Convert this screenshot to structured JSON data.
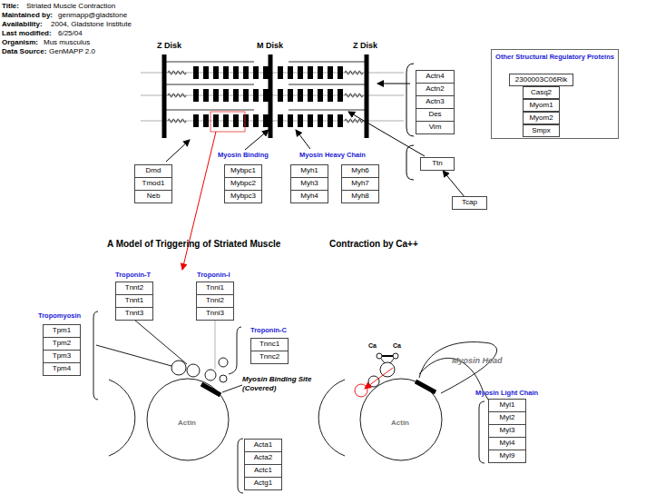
{
  "diagram": {
    "title": "Striated Muscle Contraction",
    "nodes": [
      {
        "text": [
          "Actn4"
        ]
      },
      {
        "text": [
          "Actn2"
        ]
      },
      {
        "text": [
          "Actn3"
        ]
      },
      {
        "text": [
          "Des"
        ]
      },
      {
        "text": [
          "Vim"
        ]
      },
      {
        "text": [
          "Other Structural Regulatory Proteins"
        ]
      },
      {
        "text": [
          "2300003C06Rik"
        ],
        "in": 5
      },
      {
        "text": [
          "Casq2"
        ],
        "in": 5
      },
      {
        "text": [
          "Myom1"
        ],
        "in": 5
      },
      {
        "text": [
          "Myom2"
        ],
        "in": 5
      },
      {
        "text": [
          "Smpx"
        ],
        "in": 5
      },
      {
        "text": [
          "Ttn"
        ]
      },
      {
        "text": [
          "Dmd"
        ]
      },
      {
        "text": [
          "Tmod1"
        ]
      },
      {
        "text": [
          "Neb"
        ]
      },
      {
        "text": [
          "Mybpc1"
        ]
      },
      {
        "text": [
          "Mybpc2"
        ]
      },
      {
        "text": [
          "Mybpc3"
        ]
      },
      {
        "text": [
          "Myh1"
        ]
      },
      {
        "text": [
          "Myh6"
        ]
      },
      {
        "text": [
          "Myh3"
        ]
      },
      {
        "text": [
          "Myh7"
        ]
      },
      {
        "text": [
          "Myh4"
        ]
      },
      {
        "text": [
          "Myh8"
        ]
      },
      {
        "text": [
          "Tcap"
        ]
      },
      {
        "text": [
          "Tnnt2"
        ]
      },
      {
        "text": [
          "Tnnt1"
        ]
      },
      {
        "text": [
          "Tnnt3"
        ]
      },
      {
        "text": [
          "Tnni1"
        ]
      },
      {
        "text": [
          "Tnni2"
        ]
      },
      {
        "text": [
          "Tnni3"
        ]
      },
      {
        "text": [
          "Tpm1"
        ]
      },
      {
        "text": [
          "Tpm2"
        ]
      },
      {
        "text": [
          "Tpm3"
        ]
      },
      {
        "text": [
          "Tpm4"
        ]
      },
      {
        "text": [
          "Tnnc1"
        ]
      },
      {
        "text": [
          "Tnnc2"
        ]
      },
      {
        "text": [
          "Myl1"
        ]
      },
      {
        "text": [
          "Myl2"
        ]
      },
      {
        "text": [
          "Myl3"
        ]
      },
      {
        "text": [
          "Myl4"
        ]
      },
      {
        "text": [
          "Myl9"
        ]
      },
      {
        "text": [
          "Acta1"
        ]
      },
      {
        "text": [
          "Acta2"
        ]
      },
      {
        "text": [
          "Actc1"
        ]
      },
      {
        "text": [
          "Actg1"
        ]
      }
    ],
    "edges": [
      {
        "from": 24,
        "to": 11,
        "arrow": "to"
      }
    ],
    "labels": [
      "Title:",
      "Maintained by:",
      "genmapp@gladstone",
      "Availability:",
      "2004, Gladstone Institute",
      "Last modified:",
      "6/25/04",
      "Organism:",
      "Mus musculus",
      "Data Source:",
      "GenMAPP 2.0",
      "Z Disk",
      "M Disk",
      "Z Disk",
      "Myosin Binding",
      "Myosin Heavy Chain",
      "A Model of Triggering of Striated Muscle",
      "Contraction by Ca++",
      "Troponin-T",
      "Troponin-I",
      "Tropomyosin",
      "Troponin-C",
      "Myosin Binding Site (Covered)",
      "Actin",
      "Ca",
      "Ca",
      "Myosin Head",
      "Myosin Light Chain",
      "Actin"
    ]
  }
}
